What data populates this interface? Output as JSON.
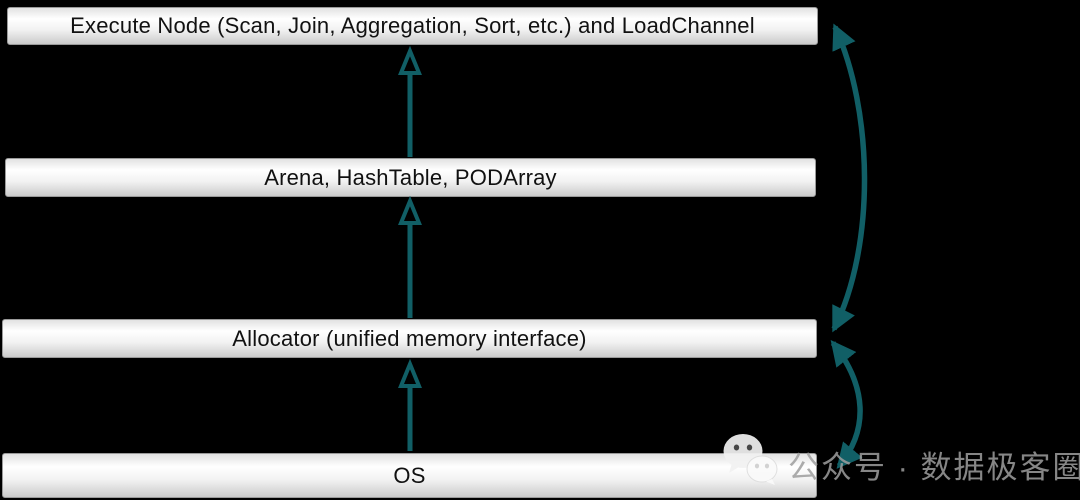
{
  "diagram": {
    "layers": [
      {
        "id": "execute-node",
        "label": "Execute Node (Scan, Join, Aggregation, Sort, etc.) and LoadChannel"
      },
      {
        "id": "arena",
        "label": "Arena, HashTable, PODArray"
      },
      {
        "id": "allocator",
        "label": "Allocator (unified memory interface)"
      },
      {
        "id": "os",
        "label": "OS"
      }
    ],
    "arrows": [
      {
        "name": "os-to-allocator",
        "type": "straight-up"
      },
      {
        "name": "allocator-to-arena",
        "type": "straight-up"
      },
      {
        "name": "arena-to-execute-node",
        "type": "straight-up"
      },
      {
        "name": "allocator-to-execute-node-bypass",
        "type": "curved-double"
      },
      {
        "name": "os-to-allocator-bypass",
        "type": "curved-double"
      }
    ]
  },
  "colors": {
    "background": "#000000",
    "accent": "#115f66",
    "box_text": "#111111",
    "watermark_text": "#9e9e9e"
  },
  "watermark": {
    "icon": "wechat-icon",
    "text": "公众号 · 数据极客圈"
  }
}
